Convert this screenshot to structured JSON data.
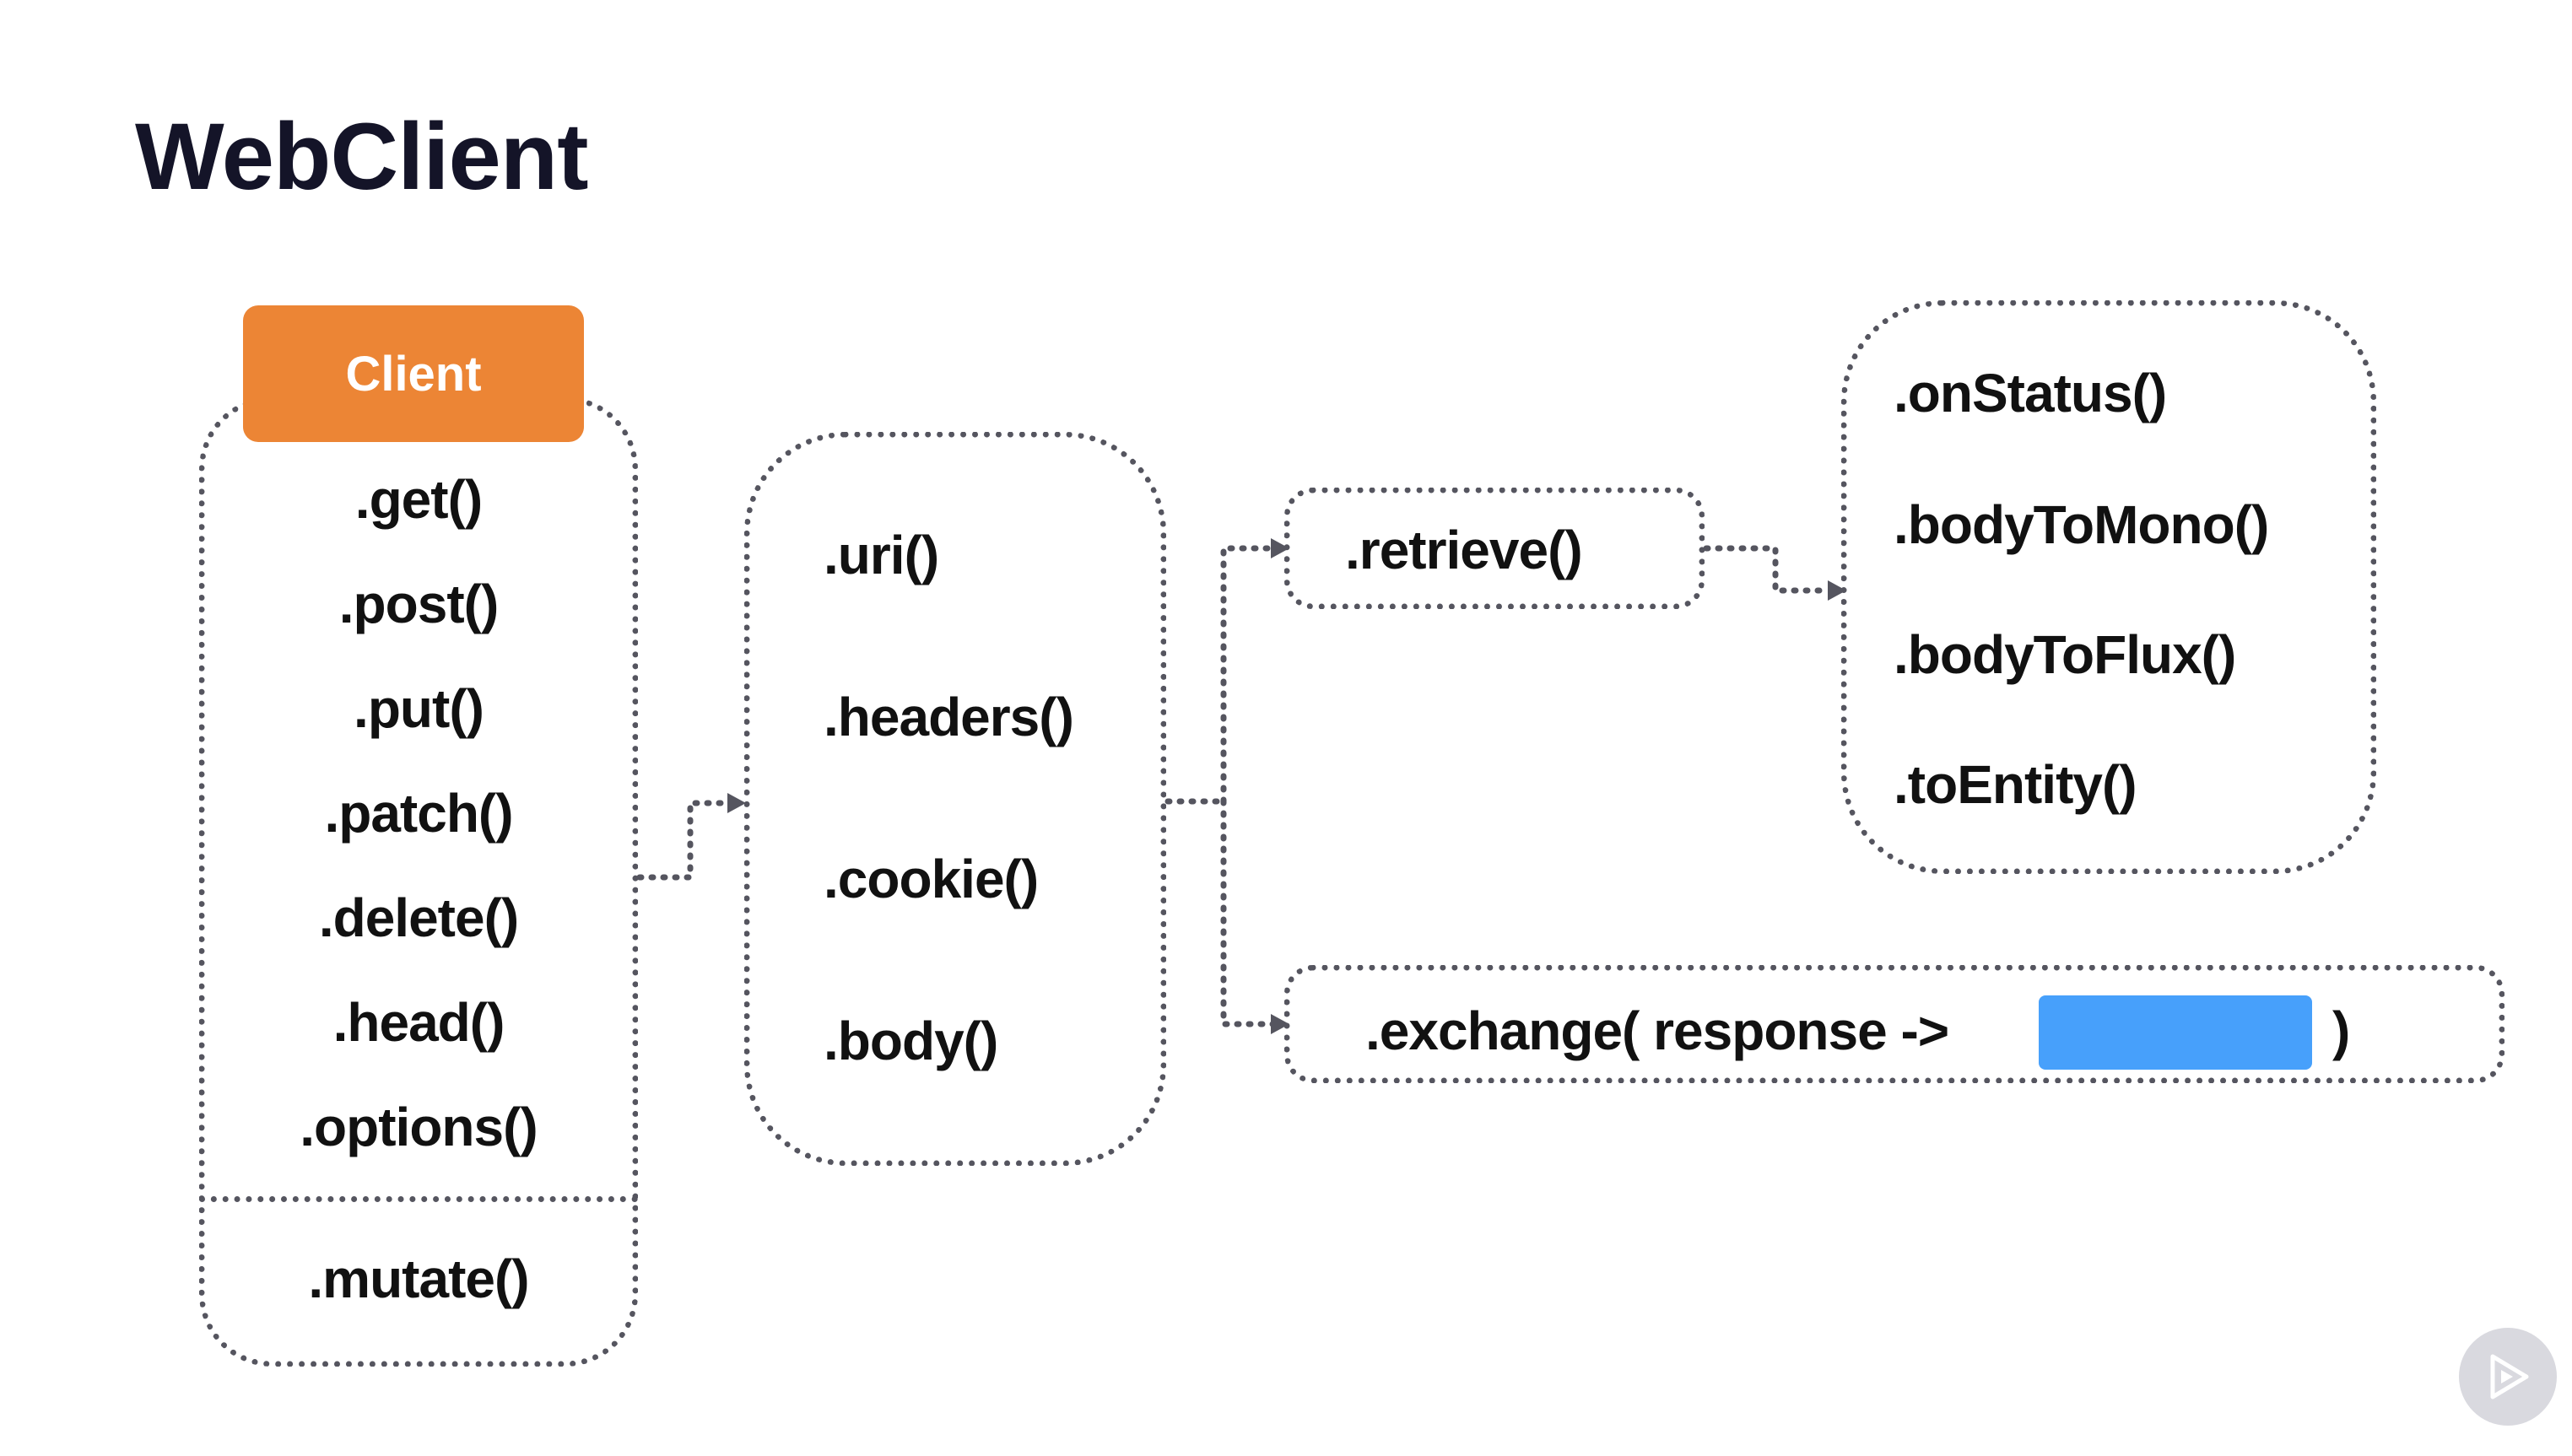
{
  "title": "WebClient",
  "client": {
    "header": "Client",
    "methods": [
      ".get()",
      ".post()",
      ".put()",
      ".patch()",
      ".delete()",
      ".head()",
      ".options()"
    ],
    "extra": ".mutate()"
  },
  "request_spec": {
    "items": [
      ".uri()",
      ".headers()",
      ".cookie()",
      ".body()"
    ]
  },
  "retrieve": ".retrieve()",
  "response_spec": {
    "items": [
      ".onStatus()",
      ".bodyToMono()",
      ".bodyToFlux()",
      ".toEntity()"
    ]
  },
  "exchange": {
    "prefix": ".exchange( response ->",
    "suffix": ")"
  },
  "colors": {
    "client_header": "#ec8535",
    "placeholder_block": "#47a0fb",
    "dotted_border": "#55555f"
  },
  "icons": {
    "player": "play-icon"
  }
}
